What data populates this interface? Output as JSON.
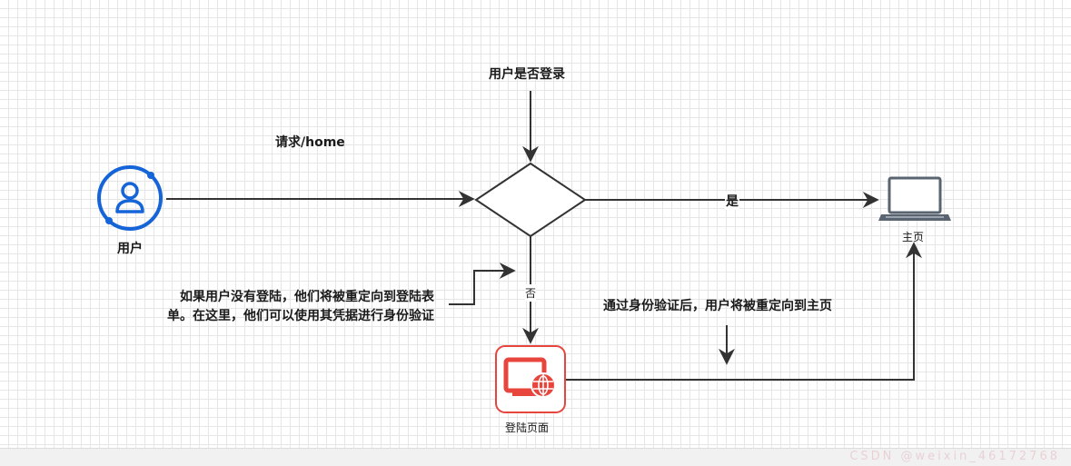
{
  "labels": {
    "is_logged_in": "用户是否登录",
    "request": "请求/home",
    "user": "用户",
    "yes": "是",
    "home": "主页",
    "no": "否",
    "note_redirect_line1": "如果用户没有登陆，他们将被重定向到登陆表",
    "note_redirect_line2": "单。在这里，他们可以使用其凭据进行身份验证",
    "note_after_auth": "通过身份验证后，用户将被重定向到主页",
    "login_page": "登陆页面"
  },
  "colors": {
    "user_icon": "#1565d8",
    "login_icon": "#e8453c",
    "laptop": "#5a6470",
    "line": "#333333"
  },
  "icons": {
    "user": "user-icon",
    "laptop": "laptop-icon",
    "login_page": "web-page-icon"
  },
  "watermark": "CSDN @weixin_46172768"
}
